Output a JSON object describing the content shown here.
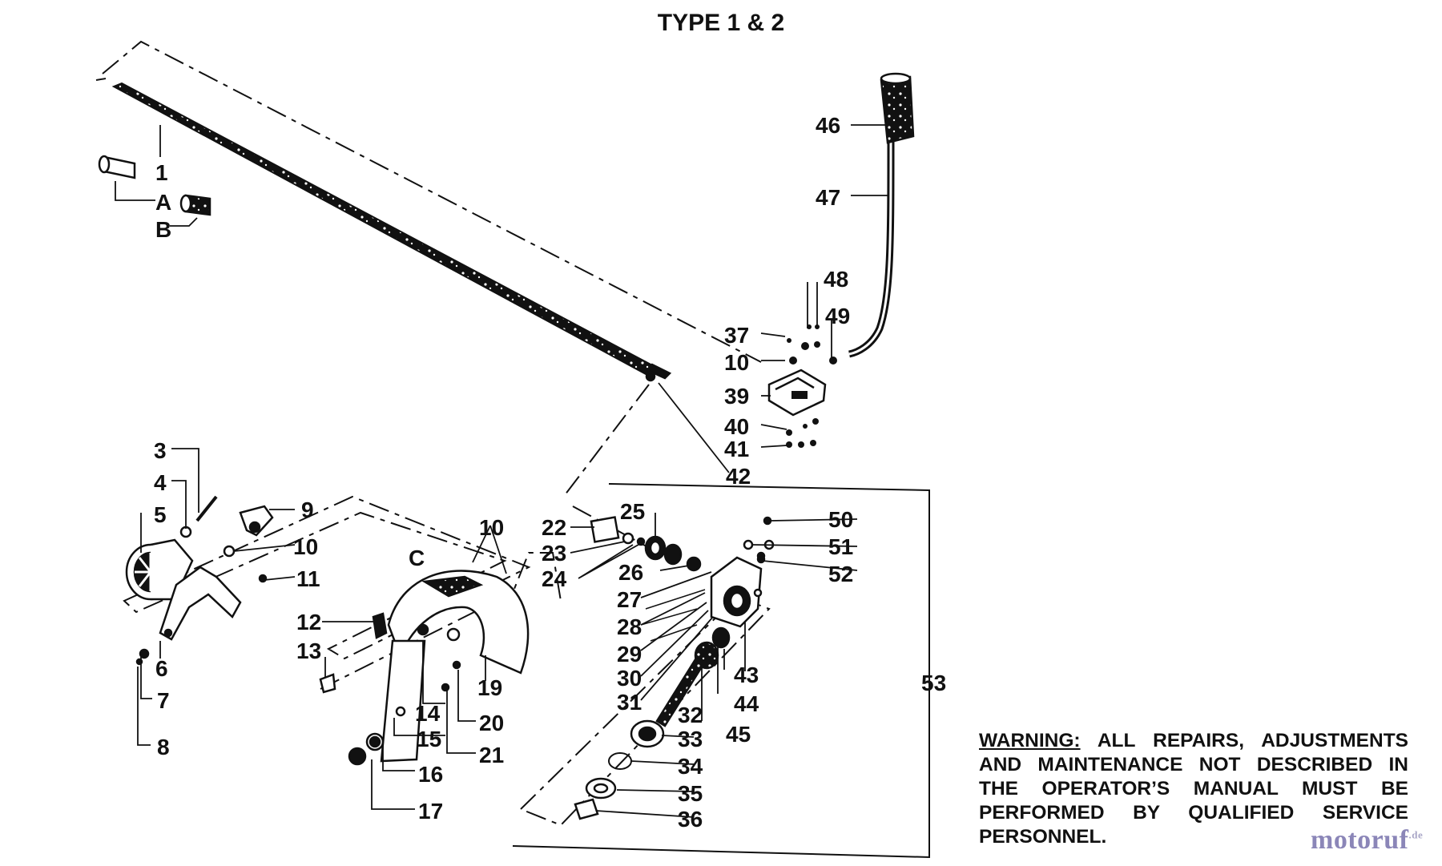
{
  "title": "TYPE 1 & 2",
  "warning": {
    "label": "WARNING:",
    "text": "ALL REPAIRS, ADJUSTMENTS AND MAINTENANCE NOT DESCRIBED IN THE OPERATOR’S MANUAL MUST BE PERFORMED BY QUALIFIED SERVICE PERSONNEL."
  },
  "watermark": {
    "name": "motoruf",
    "suffix": ".de",
    "color": "#8b86b8"
  },
  "part_labels": {
    "p1": "1",
    "pA": "A",
    "pB": "B",
    "p3": "3",
    "p4": "4",
    "p5": "5",
    "p6": "6",
    "p7": "7",
    "p8": "8",
    "p9": "9",
    "p10a": "10",
    "p11": "11",
    "p12": "12",
    "p13": "13",
    "pC": "C",
    "p10b": "10",
    "p14": "14",
    "p15": "15",
    "p16": "16",
    "p17": "17",
    "p19": "19",
    "p20": "20",
    "p21": "21",
    "p22": "22",
    "p23": "23",
    "p24": "24",
    "p25": "25",
    "p26": "26",
    "p27": "27",
    "p28": "28",
    "p29": "29",
    "p30": "30",
    "p31": "31",
    "p32": "32",
    "p33": "33",
    "p34": "34",
    "p35": "35",
    "p36": "36",
    "p37": "37",
    "p10c": "10",
    "p39": "39",
    "p40": "40",
    "p41": "41",
    "p42": "42",
    "p43": "43",
    "p44": "44",
    "p45": "45",
    "p46": "46",
    "p47": "47",
    "p48": "48",
    "p49": "49",
    "p50": "50",
    "p51": "51",
    "p52": "52",
    "p53": "53"
  }
}
